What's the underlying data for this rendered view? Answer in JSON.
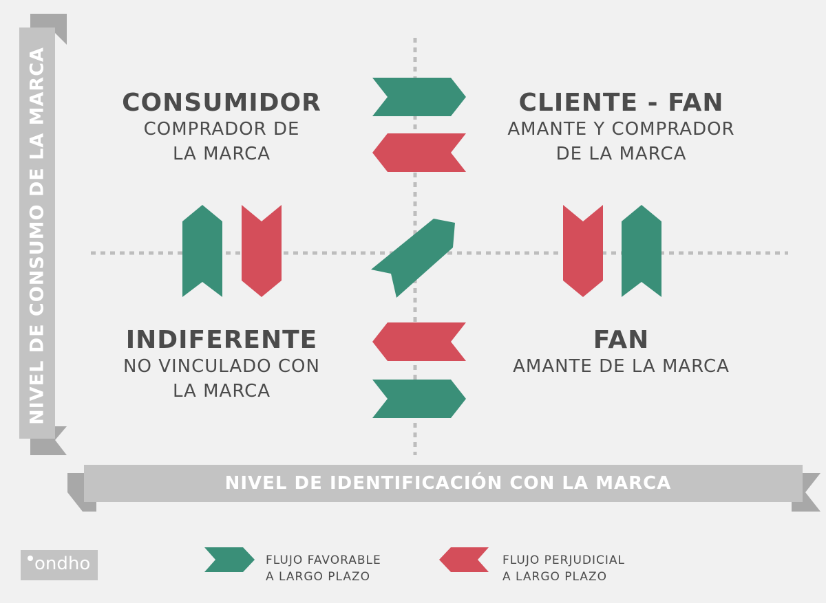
{
  "colors": {
    "favorable": "#3a8f78",
    "harmful": "#d44e5a",
    "axis_band": "#c3c3c3",
    "axis_fold": "#a3a3a3",
    "text": "#4b4b4b",
    "grid": "#bdbdbd"
  },
  "axes": {
    "y_label": "NIVEL DE CONSUMO DE LA MARCA",
    "x_label": "NIVEL DE IDENTIFICACIÓN CON LA MARCA"
  },
  "quadrants": {
    "top_left": {
      "title": "CONSUMIDOR",
      "subtitle": "COMPRADOR DE\nLA MARCA"
    },
    "top_right": {
      "title": "CLIENTE - FAN",
      "subtitle": "AMANTE Y COMPRADOR\nDE LA MARCA"
    },
    "bottom_left": {
      "title": "INDIFERENTE",
      "subtitle": "NO VINCULADO CON\nLA MARCA"
    },
    "bottom_right": {
      "title": "FAN",
      "subtitle": "AMANTE DE LA MARCA"
    }
  },
  "arrows": {
    "top_right": "favorable",
    "top_left": "harmful",
    "left_up": "favorable",
    "left_down": "harmful",
    "right_down": "harmful",
    "right_up": "favorable",
    "diagonal_up_right": "favorable",
    "bottom_left": "harmful",
    "bottom_right": "favorable"
  },
  "legend": {
    "favorable": {
      "label": "FLUJO FAVORABLE\nA LARGO PLAZO",
      "icon": "arrow-right-icon"
    },
    "harmful": {
      "label": "FLUJO PERJUDICIAL\nA LARGO PLAZO",
      "icon": "arrow-left-icon"
    }
  },
  "logo": {
    "text": "ondho"
  }
}
